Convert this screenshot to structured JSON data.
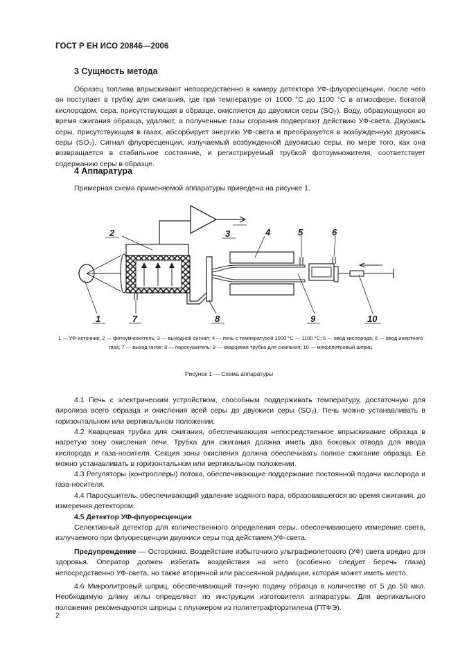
{
  "header": "ГОСТ Р ЕН ИСО 20846—2006",
  "section3": {
    "title": "3 Сущность метода",
    "para": "Образец топлива впрыскивают непосредственно в камеру детектора УФ-флуоресценции, после чего он поступает в трубку для сжигания, где при температуре от 1000 °С до 1100 °С в атмосфере, богатой кислородом, сера, присутствующая в образце, окисляется до двуокиси серы (SO₂). Воду, образующуюся во время сжигания образца, удаляют, а полученные газы сгорания подвергают действию УФ-света. Двуокись серы, присутствующая в газах, абсорбирует энергию УФ-света и преобразуется в возбужденную двуокись серы (SO₂). Сигнал флуоресценции, излучаемый возбужденной двуокисью серы, по мере того, как она возвращается в стабильное состояние, и регистрируемый трубкой фотоумножителя, соответствует содержанию серы в образце."
  },
  "section4": {
    "title": "4 Аппаратура",
    "intro": "Примерная схема применяемой аппаратуры приведена на рисунке 1."
  },
  "figure": {
    "labels": [
      "1",
      "2",
      "3",
      "4",
      "5",
      "6",
      "7",
      "8",
      "9",
      "10"
    ],
    "caption": "1 — УФ-источник; 2 — фотоумножитель; 3 — выходной сигнал; 4 — печь с температурой 1000 °С — 1100 °С; 5 — ввод кислорода; 6 — ввод инертного газа; 7 — выход газов; 8 — паросушитель; 9 — кварцевая трубка для сжигания; 10 — микролитровый шприц",
    "title": "Рисунок 1 — Схема аппаратуры"
  },
  "items": {
    "p41": "4.1 Печь с электрическим устройством, способным поддерживать температуру, достаточную для пиролиза всего образца и окисления всей серы до двуокиси серы (SO₂). Печь можно устанавливать в горизонтальном или вертикальном положении.",
    "p42": "4.2 Кварцевая трубка для сжигания, обеспечивающая непосредственное впрыскивание образца в нагретую зону окисления печи. Трубка для сжигания должна иметь два боковых отвода для ввода кислорода и газа-носителя. Секция зоны окисления должна обеспечивать полное сжигание образца. Ее можно устанавливать в горизонтальном или вертикальном положении.",
    "p43": "4.3 Регуляторы (контроллеры) потока, обеспечивающие поддержание постоянной подачи кислорода и газа-носителя.",
    "p44": "4.4 Паросушитель, обеспечивающий удаление водяного пара, образовавшегося во время сжигания, до измерения детектором.",
    "p45_title": "4.5 Детектор УФ-флуоресценции",
    "p45": "Селективный детектор для количественного определения серы, обеспечивающего измерение света, излучаемого при флуоресценции двуокиси серы под действием УФ-света.",
    "warning_label": "Предупреждение",
    "warning": " — Осторожно. Воздействие избыточного ультрафиолетового (УФ) света вредно для здоровья. Оператор должен избегать воздействия на него (особенно следует беречь глаза) непосредственно УФ-света, но также вторичной или рассеянной радиации, которая может иметь место.",
    "p46": "4.6 Микролитровый шприц, обеспечивающий точную подачу образца в количестве от 5 до 50 мкл. Необходимую длину иглы определяют по инструкции изготовителя аппаратуры. Для вертикального положения рекомендуются шприцы с плунжером из политетрафторэтилена (ПТФЭ)."
  },
  "page_number": "2"
}
